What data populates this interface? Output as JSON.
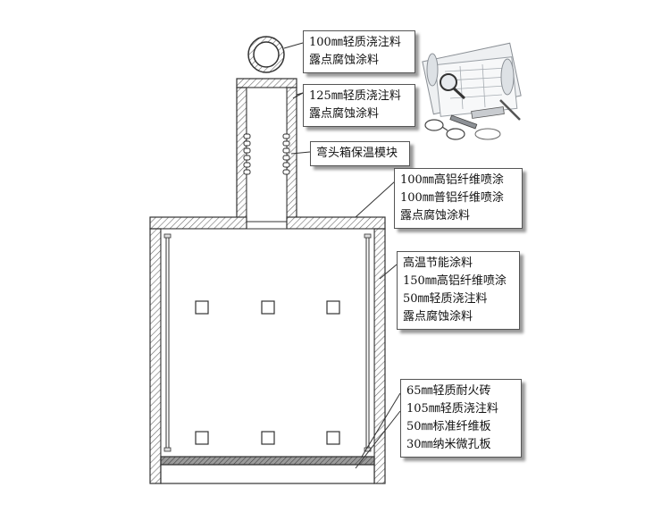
{
  "callouts": {
    "flue_pipe": {
      "lines": [
        "100㎜轻质浇注料",
        "露点腐蚀涂料"
      ]
    },
    "flue_duct": {
      "lines": [
        "125㎜轻质浇注料",
        "露点腐蚀涂料"
      ]
    },
    "elbow_box": {
      "lines": [
        "弯头箱保温模块"
      ]
    },
    "roof": {
      "lines": [
        "100㎜高铝纤维喷涂",
        "100㎜普铝纤维喷涂",
        "露点腐蚀涂料"
      ]
    },
    "side_wall": {
      "lines": [
        "高温节能涂料",
        "150㎜高铝纤维喷涂",
        "50㎜轻质浇注料",
        "露点腐蚀涂料"
      ]
    },
    "floor": {
      "lines": [
        "65㎜轻质耐火砖",
        "105㎜轻质浇注料",
        "50㎜标准纤维板",
        "30㎜纳米微孔板"
      ]
    }
  },
  "colors": {
    "stroke": "#333333",
    "hatch": "#6b6b6b",
    "callout_border": "#555555",
    "shadow": "#9a9a9a"
  }
}
